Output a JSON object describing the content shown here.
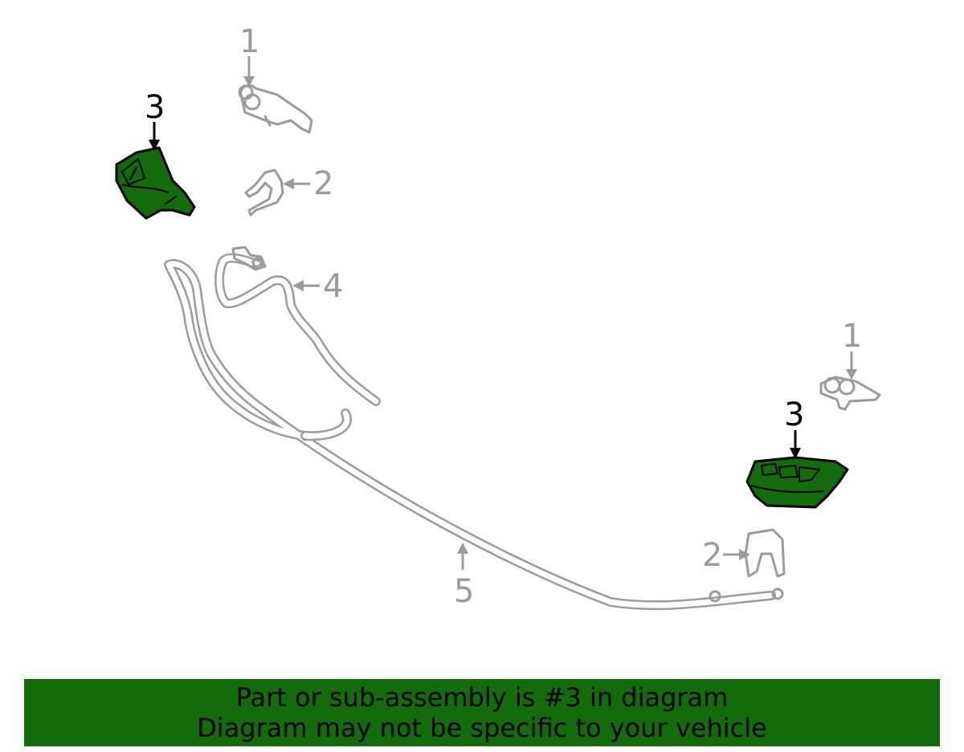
{
  "callouts": {
    "top_left_1": "1",
    "top_left_2": "2",
    "top_left_3": "3",
    "hose_4": "4",
    "hose_5": "5",
    "right_1": "1",
    "right_3": "3",
    "right_2": "2"
  },
  "colors": {
    "highlight_part": "#136b0c",
    "banner_background": "#136b0c",
    "muted_line": "#9b9b9b"
  },
  "banner": {
    "line1": "Part or sub-assembly is #3 in diagram",
    "line2": "Diagram may not be specific to your vehicle"
  }
}
